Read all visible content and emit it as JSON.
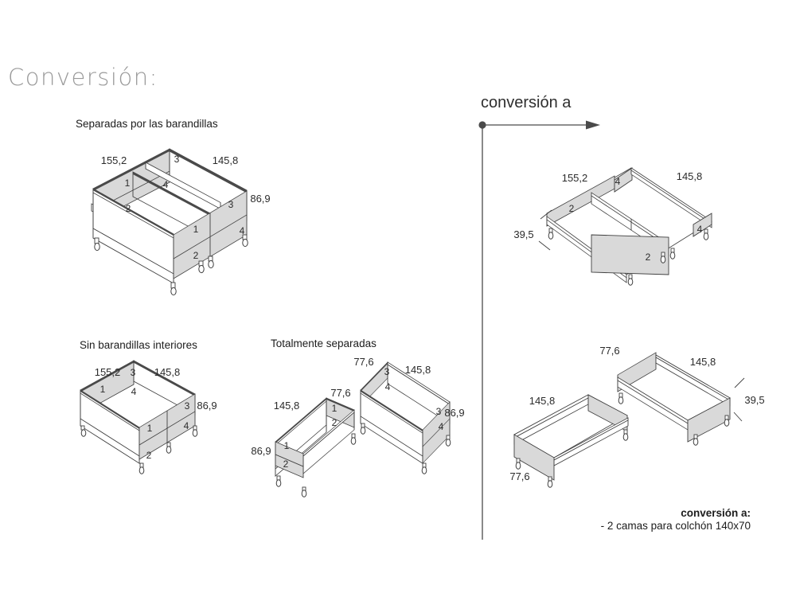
{
  "title": "Conversión:",
  "header": {
    "label": "conversión a"
  },
  "footer": {
    "title": "conversión a:",
    "detail": "- 2 camas para colchón 140x70"
  },
  "colors": {
    "panel": "#d9d9d9",
    "line": "#3f3f3f",
    "title_gray": "#9a9a9a",
    "slat_dark": "#3a3a3a"
  },
  "diagram1": {
    "caption": "Separadas por las barandillas",
    "dim_w": "155,2",
    "dim_d": "145,8",
    "dim_h": "86,9",
    "p1": "1",
    "p2": "2",
    "p3": "3",
    "p4": "4"
  },
  "diagram2": {
    "caption": "Sin barandillas interiores",
    "dim_w": "155,2",
    "dim_d": "145,8",
    "dim_h": "86,9",
    "p1": "1",
    "p2": "2",
    "p3": "3",
    "p4": "4"
  },
  "diagram3": {
    "caption": "Totalmente separadas",
    "left": {
      "dim_l": "145,8",
      "dim_w": "77,6",
      "dim_h": "86,9",
      "p1": "1",
      "p2": "2"
    },
    "right": {
      "dim_w": "77,6",
      "dim_l": "145,8",
      "dim_h": "86,9",
      "p3": "3",
      "p4": "4"
    }
  },
  "diagram4": {
    "dim_w": "155,2",
    "dim_d": "145,8",
    "dim_h": "39,5",
    "p2": "2",
    "p4": "4"
  },
  "diagram5": {
    "left": {
      "dim_l": "145,8",
      "dim_w": "77,6"
    },
    "right": {
      "dim_w": "77,6",
      "dim_l": "145,8",
      "dim_h": "39,5"
    }
  }
}
